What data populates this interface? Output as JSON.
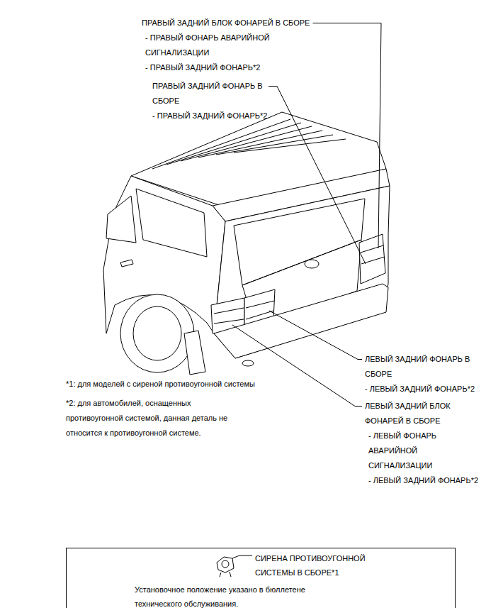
{
  "diagram": {
    "nodes": [
      {
        "text": [
          "СИРЕНА ПРОТИВОУГОННОЙ СИСТЕМЫ В СБОРЕ*1",
          "Установочное положение указано в бюллетене технического обслуживания."
        ]
      }
    ],
    "labels": [
      "ПРАВЫЙ ЗАДНИЙ БЛОК ФОНАРЕЙ В СБОРЕ",
      "- ПРАВЫЙ ФОНАРЬ АВАРИЙНОЙ СИГНАЛИЗАЦИИ",
      "- ПРАВЫЙ ЗАДНИЙ ФОНАРЬ*2",
      "ПРАВЫЙ ЗАДНИЙ ФОНАРЬ В СБОРЕ",
      "- ПРАВЫЙ ЗАДНИЙ ФОНАРЬ*2",
      "*1: для моделей с сиреной противоугонной системы",
      "*2: для автомобилей, оснащенных противоугонной системой, данная деталь не относится к противоугонной системе.",
      "ЛЕВЫЙ ЗАДНИЙ ФОНАРЬ В СБОРЕ",
      "- ЛЕВЫЙ ЗАДНИЙ ФОНАРЬ*2",
      "ЛЕВЫЙ ЗАДНИЙ БЛОК ФОНАРЕЙ В СБОРЕ",
      "- ЛЕВЫЙ ФОНАРЬ АВАРИЙНОЙ СИГНАЛИЗАЦИИ",
      "- ЛЕВЫЙ ЗАДНИЙ ФОНАРЬ*2"
    ]
  }
}
